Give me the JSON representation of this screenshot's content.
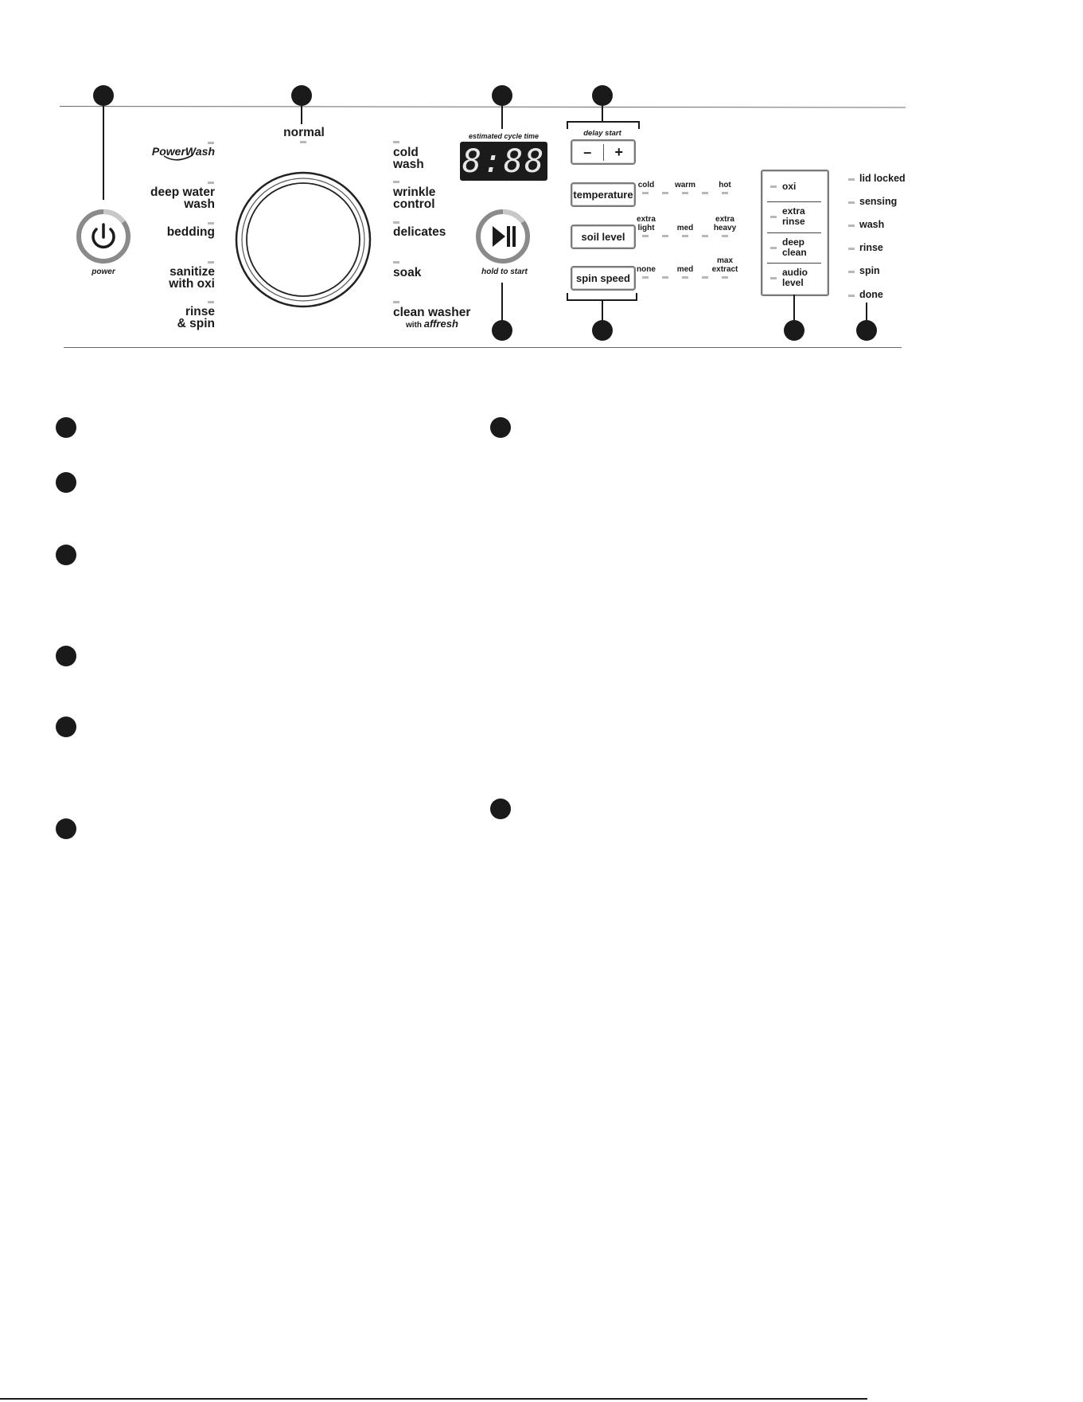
{
  "power": {
    "caption": "power"
  },
  "cycles": {
    "left": [
      {
        "id": "powerwash",
        "label": "PowerWash"
      },
      {
        "id": "deep-water-wash",
        "label": "deep water\nwash"
      },
      {
        "id": "bedding",
        "label": "bedding"
      },
      {
        "id": "sanitize-with-oxi",
        "label": "sanitize\nwith oxi"
      },
      {
        "id": "rinse-spin",
        "label": "rinse\n& spin"
      }
    ],
    "top": {
      "label": "normal"
    },
    "right": [
      {
        "id": "cold-wash",
        "label": "cold\nwash"
      },
      {
        "id": "wrinkle-control",
        "label": "wrinkle\ncontrol"
      },
      {
        "id": "delicates",
        "label": "delicates"
      },
      {
        "id": "soak",
        "label": "soak"
      },
      {
        "id": "clean-washer",
        "label": "clean washer"
      }
    ],
    "clean_washer_sub_with": "with",
    "clean_washer_sub_brand": "affresh"
  },
  "display": {
    "caption": "estimated cycle time",
    "digits": "8:88"
  },
  "start": {
    "caption": "hold to start"
  },
  "delay": {
    "caption": "delay start",
    "minus": "–",
    "plus": "+"
  },
  "modifiers": {
    "temperature": {
      "label": "temperature",
      "levels": [
        "cold",
        "warm",
        "hot"
      ]
    },
    "soil": {
      "label": "soil level",
      "levels": [
        "extra\nlight",
        "med",
        "extra\nheavy"
      ]
    },
    "spin": {
      "label": "spin speed",
      "levels": [
        "none",
        "med",
        "max\nextract"
      ]
    }
  },
  "options": [
    "oxi",
    "extra\nrinse",
    "deep\nclean",
    "audio\nlevel"
  ],
  "status_lights": [
    "lid locked",
    "sensing",
    "wash",
    "rinse",
    "spin",
    "done"
  ],
  "colors": {
    "ink": "#1a1a1a",
    "led": "#b8b8b8",
    "display": "#1b1b1b",
    "ring": "#8a8a8a"
  }
}
